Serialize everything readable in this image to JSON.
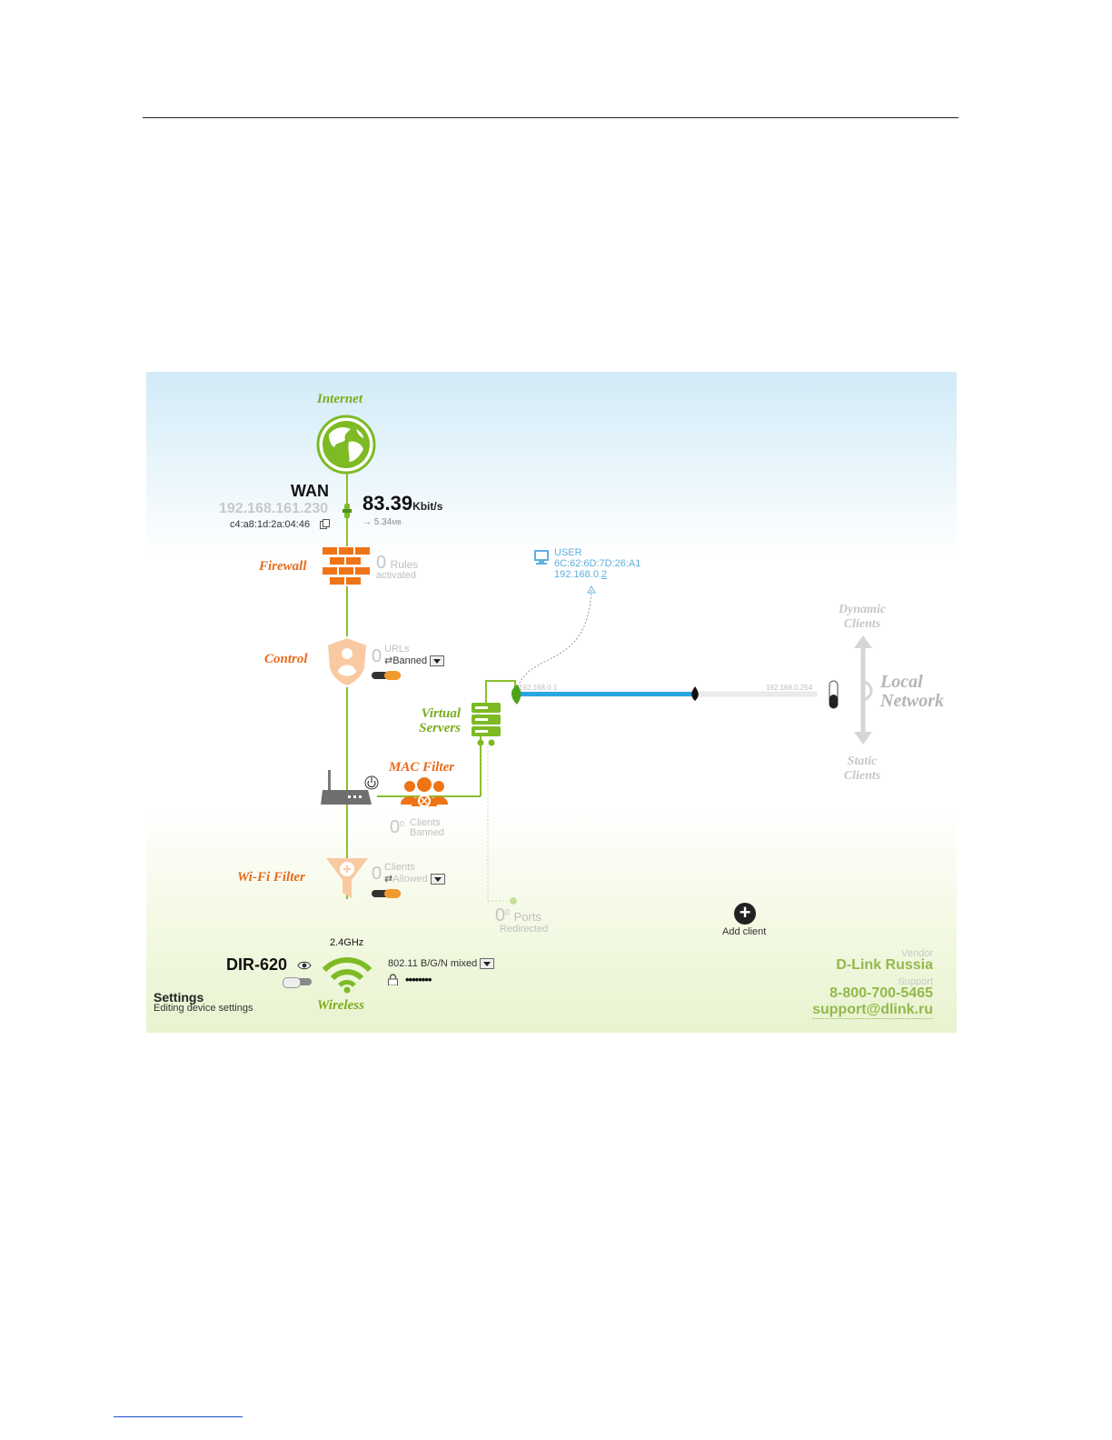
{
  "map": {
    "internet": {
      "label": "Internet"
    },
    "wan": {
      "title": "WAN",
      "ip": "192.168.161.230",
      "mac": "c4:a8:1d:2a:04:46",
      "speed_value": "83.39",
      "speed_unit": "Kbit/s",
      "traffic": "→ 5.34",
      "traffic_unit": "MB"
    },
    "firewall": {
      "label": "Firewall",
      "count": "0",
      "line1": "Rules",
      "line2": "activated"
    },
    "control": {
      "label": "Control",
      "count": "0",
      "line1": "URLs",
      "mode": "Banned"
    },
    "virtual_servers": {
      "label_line1": "Virtual",
      "label_line2": "Servers",
      "count": "0",
      "sup": "0",
      "line1": "Ports",
      "line2": "Redirected"
    },
    "mac_filter": {
      "label": "MAC Filter",
      "count": "0",
      "sup": "0",
      "line1": "Clients",
      "line2": "Banned"
    },
    "wifi_filter": {
      "label": "Wi-Fi Filter",
      "count": "0",
      "line1": "Clients",
      "mode": "Allowed"
    },
    "user": {
      "name": "USER",
      "mac": "6C:62:6D:7D:26:A1",
      "ip_prefix": "192.168.0.",
      "ip_suffix": "2"
    },
    "lan": {
      "start_ip": "192.168.0.1",
      "end_ip": "192.168.0.254"
    },
    "local_network": {
      "dynamic_line1": "Dynamic",
      "dynamic_line2": "Clients",
      "title_line1": "Local",
      "title_line2": "Network",
      "static_line1": "Static",
      "static_line2": "Clients"
    },
    "add_client": {
      "symbol": "+",
      "label": "Add client"
    },
    "wireless": {
      "band": "2.4GHz",
      "ssid": "DIR-620",
      "mode": "802.11 B/G/N mixed",
      "password": "••••••••",
      "label": "Wireless"
    },
    "settings": {
      "title": "Settings",
      "subtitle": "Editing device settings"
    },
    "vendor": {
      "vendor_label": "Vendor",
      "vendor_name": "D-Link Russia",
      "support_label": "Support",
      "phone": "8-800-700-5465",
      "email": "support@dlink.ru"
    }
  },
  "colors": {
    "accent_green": "#7aac1c",
    "accent_orange": "#e96a1a",
    "link_blue": "#5fb0e0"
  }
}
